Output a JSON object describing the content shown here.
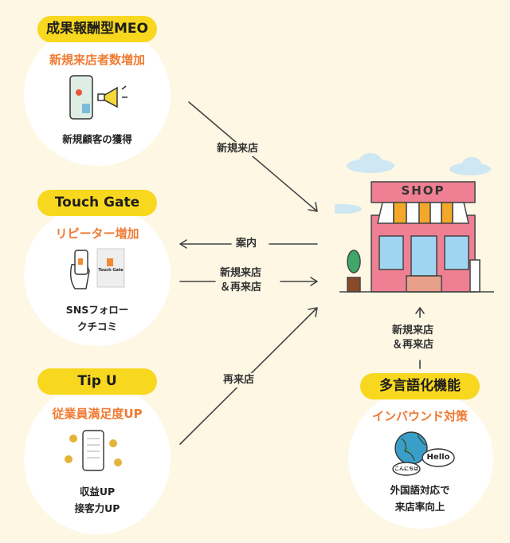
{
  "services": [
    {
      "badge": "成果報酬型MEO",
      "headline": "新規来店者数増加",
      "desc": [
        "新規顧客の獲得"
      ]
    },
    {
      "badge": "Touch Gate",
      "headline": "リピーター増加",
      "desc": [
        "SNSフォロー",
        "クチコミ"
      ],
      "card_logo": "Touch Gate"
    },
    {
      "badge": "Tip U",
      "headline": "従業員満足度UP",
      "desc": [
        "収益UP",
        "接客力UP"
      ]
    },
    {
      "badge": "多言語化機能",
      "headline": "インバウンド対策",
      "desc": [
        "外国語対応で",
        "来店率向上"
      ],
      "bubble_en": "Hello",
      "bubble_ja": "こんにちは"
    }
  ],
  "arrows": {
    "meo_to_shop": "新規来店",
    "shop_to_touchgate": "案内",
    "touchgate_to_shop": [
      "新規来店",
      "＆再来店"
    ],
    "tipu_to_shop": "再来店",
    "multilang_to_shop": [
      "新規来店",
      "＆再来店"
    ]
  },
  "shop": {
    "sign": "SHOP"
  },
  "colors": {
    "background": "#fdf7e4",
    "badge": "#f8d81e",
    "accent": "#f07a32"
  }
}
